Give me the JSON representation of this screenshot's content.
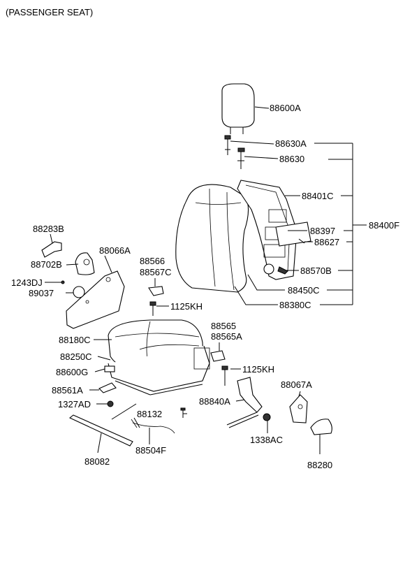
{
  "title": "(PASSENGER SEAT)",
  "labels": {
    "p88600A": "88600A",
    "p88630A": "88630A",
    "p88630": "88630",
    "p88401C": "88401C",
    "p88397": "88397",
    "p88400F": "88400F",
    "p88627": "88627",
    "p88570B": "88570B",
    "p88450C": "88450C",
    "p88380C": "88380C",
    "p88283B": "88283B",
    "p88702B": "88702B",
    "p88066A": "88066A",
    "p88566": "88566",
    "p88567C": "88567C",
    "p1243DJ": "1243DJ",
    "p89037": "89037",
    "p1125KH_a": "1125KH",
    "p88180C": "88180C",
    "p88565": "88565",
    "p88565A": "88565A",
    "p88250C": "88250C",
    "p1125KH_b": "1125KH",
    "p88600G": "88600G",
    "p88067A": "88067A",
    "p88561A": "88561A",
    "p88840A": "88840A",
    "p1327AD": "1327AD",
    "p88132": "88132",
    "p88504F": "88504F",
    "p1338AC": "1338AC",
    "p88082": "88082",
    "p88280": "88280"
  }
}
